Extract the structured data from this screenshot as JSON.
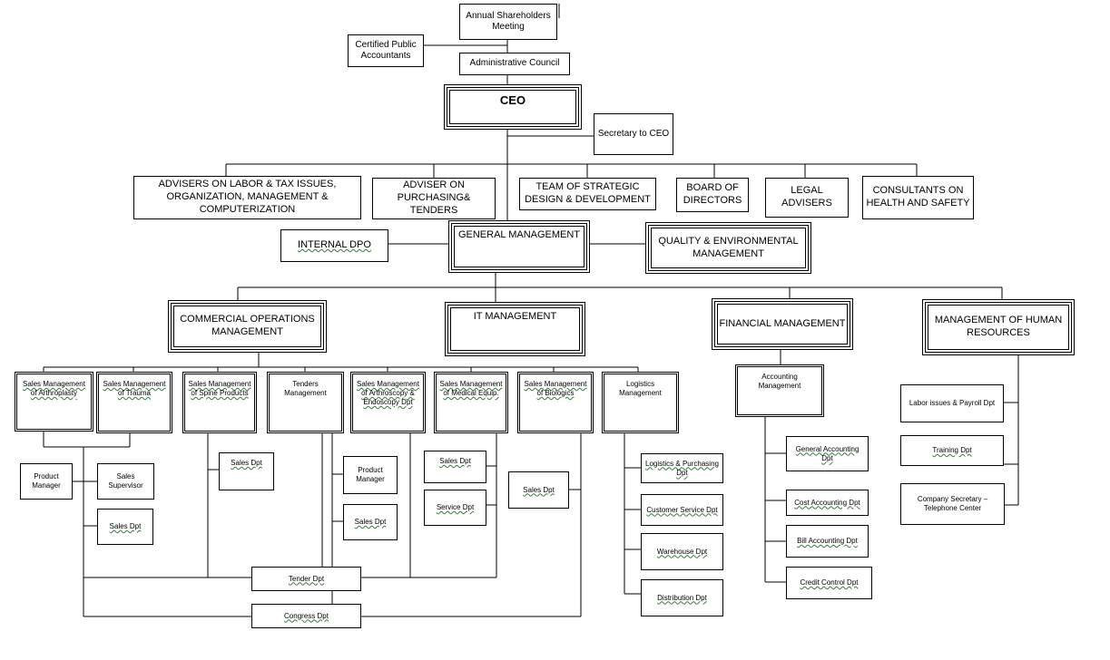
{
  "boxes": {
    "shareholders": "Annual Shareholders Meeting",
    "cpa": "Certified Public Accountants",
    "admin_council": "Administrative Council",
    "ceo": "CEO",
    "secretary": "Secretary to CEO",
    "advisers_labor": "ADVISERS ON LABOR & TAX ISSUES, ORGANIZATION, MANAGEMENT & COMPUTERIZATION",
    "adviser_purchasing": "ADVISER ON PURCHASING& TENDERS",
    "team_strategic": "TEAM OF STRATEGIC DESIGN & DEVELOPMENT",
    "board": "BOARD OF DIRECTORS",
    "legal": "LEGAL ADVISERS",
    "consultants": "CONSULTANTS ON HEALTH AND SAFETY",
    "internal_dpo": "INTERNAL DPO",
    "general_mgmt": "GENERAL MANAGEMENT",
    "quality": "QUALITY & ENVIRONMENTAL MANAGEMENT",
    "commercial": "COMMERCIAL OPERATIONS MANAGEMENT",
    "it": "IT MANAGEMENT",
    "financial": "FINANCIAL MANAGEMENT",
    "hr": "MANAGEMENT OF HUMAN RESOURCES",
    "sm_arthroplasty": "Sales Management of Arthroplasty",
    "sm_trauma": "Sales Management of Trauma",
    "sm_spine": "Sales Management of Spine Products",
    "tenders_mgmt": "Tenders Management",
    "sm_arthroscopy": "Sales Management of Arthroscopy & Endoscopy Dpt",
    "sm_medical": "Sales Management of Medical Equip.",
    "sm_biologics": "Sales Management of Biologics",
    "logistics_mgmt": "Logistics Management",
    "accounting_mgmt": "Accounting Management",
    "labor_payroll": "Labor issues & Payroll Dpt",
    "training": "Training Dpt",
    "company_secretary": "Company Secretary – Telephone Center",
    "product_manager_1": "Product Manager",
    "sales_supervisor": "Sales Supervisor",
    "sales_dpt_1": "Sales Dpt",
    "sales_dpt_spine": "Sales Dpt",
    "product_manager_2": "Product Manager",
    "sales_dpt_arthro": "Sales Dpt",
    "sales_dpt_medical": "Sales Dpt",
    "service_dpt": "Service Dpt",
    "sales_dpt_bio": "Sales Dpt",
    "logistics_purchasing": "Logistics & Purchasing Dpt",
    "customer_service": "Customer Service Dpt",
    "warehouse": "Warehouse Dpt",
    "distribution": "Distribution Dpt",
    "general_accounting": "General Accounting Dpt",
    "cost_accounting": "Cost Accounting Dpt",
    "bill_accounting": "Bill Accounting Dpt",
    "credit_control": "Credit Control Dpt",
    "tender_dpt": "Tender Dpt",
    "congress_dpt": "Congress Dpt"
  }
}
